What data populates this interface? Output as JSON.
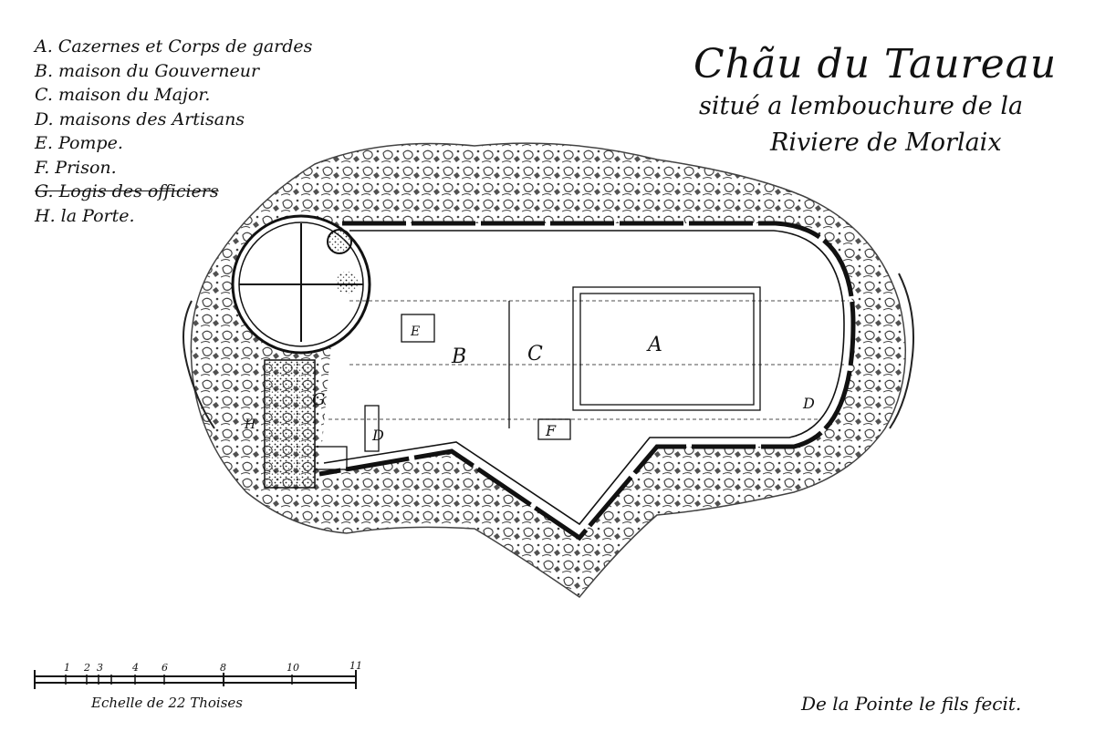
{
  "map": {
    "title": "Chãu du Taureau",
    "subtitle_line1": "situé a lembouchure de la",
    "subtitle_line2": "Riviere de Morlaix",
    "legend": [
      {
        "key": "A",
        "text": "A. Cazernes et Corps de gardes",
        "struck": false
      },
      {
        "key": "B",
        "text": "B. maison du Gouverneur",
        "struck": false
      },
      {
        "key": "C",
        "text": "C. maison du Major.",
        "struck": false
      },
      {
        "key": "D",
        "text": "D. maisons des Artisans",
        "struck": false
      },
      {
        "key": "E",
        "text": "E. Pompe.",
        "struck": false
      },
      {
        "key": "F",
        "text": "F. Prison.",
        "struck": false
      },
      {
        "key": "G",
        "text": "G. Logis des officiers",
        "struck": true
      },
      {
        "key": "H",
        "text": "H. la Porte.",
        "struck": false
      }
    ],
    "plan_labels": {
      "A": "A",
      "B": "B",
      "C": "C",
      "D1": "D",
      "D2": "D",
      "E": "E",
      "F": "F",
      "G": "G",
      "H": "H"
    },
    "scale": {
      "ticks": [
        "1",
        "2",
        "3",
        "4",
        "6",
        "8",
        "10",
        "11"
      ],
      "label": "Echelle de 22 Thoises"
    },
    "signature": "De la Pointe le fils fecit."
  }
}
